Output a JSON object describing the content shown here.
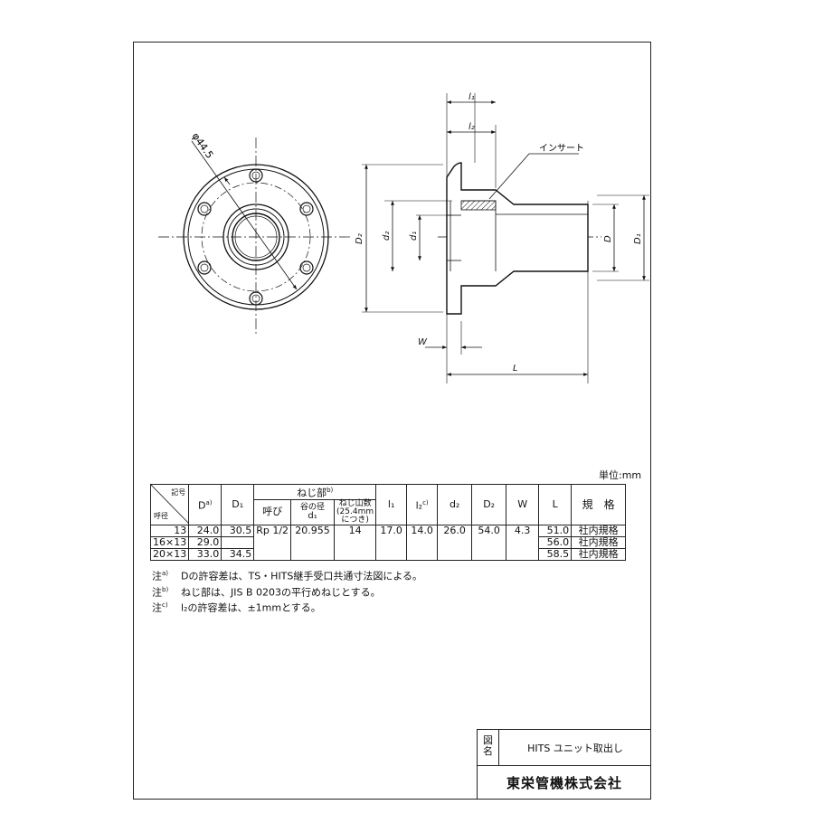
{
  "drawing": {
    "callouts": {
      "bolt_circle": "φ44.5",
      "insert": "インサート"
    },
    "dim_labels": {
      "l1": "l₁",
      "l2": "l₂",
      "D2": "D₂",
      "d2": "d₂",
      "d1": "d₁",
      "D": "D",
      "D1": "D₁",
      "W": "W",
      "L": "L"
    }
  },
  "unit_label": "単位:mm",
  "table": {
    "corner_top": "記号",
    "corner_bottom": "呼径",
    "col_D": "D",
    "col_D_sup": "a)",
    "col_D1": "D₁",
    "thread_group": "ねじ部",
    "thread_group_sup": "b)",
    "col_call": "呼び",
    "col_root_dia_1": "谷の径",
    "col_root_dia_2": "d₁",
    "col_threads_1": "ねじ山数",
    "col_threads_2": "(25.4mm",
    "col_threads_3": "につき)",
    "col_l1": "l₁",
    "col_l2": "l₂",
    "col_l2_sup": "c)",
    "col_d2": "d₂",
    "col_D2": "D₂",
    "col_W": "W",
    "col_L": "L",
    "col_spec": "規　格",
    "rows": [
      {
        "size": "13",
        "D": "24.0",
        "D1": "30.5",
        "call": "Rp 1/2",
        "d1": "20.955",
        "threads": "14",
        "l1": "17.0",
        "l2": "14.0",
        "d2": "26.0",
        "D2": "54.0",
        "W": "4.3",
        "L": "51.0",
        "spec": "社内規格"
      },
      {
        "size": "16×13",
        "D": "29.0",
        "D1": "",
        "L": "56.0",
        "spec": "社内規格"
      },
      {
        "size": "20×13",
        "D": "33.0",
        "D1": "34.5",
        "L": "58.5",
        "spec": "社内規格"
      }
    ]
  },
  "notes": [
    {
      "mark": "注",
      "mark_sup": "a)",
      "text": "Dの許容差は、TS・HITS継手受口共通寸法図による。"
    },
    {
      "mark": "注",
      "mark_sup": "b)",
      "text": "ねじ部は、JIS B 0203の平行めねじとする。"
    },
    {
      "mark": "注",
      "mark_sup": "c)",
      "text": "l₂の許容差は、±1mmとする。"
    }
  ],
  "title_block": {
    "label_1": "図",
    "label_2": "名",
    "drawing_name": "HITS ユニット取出し",
    "company": "東栄管機株式会社"
  }
}
